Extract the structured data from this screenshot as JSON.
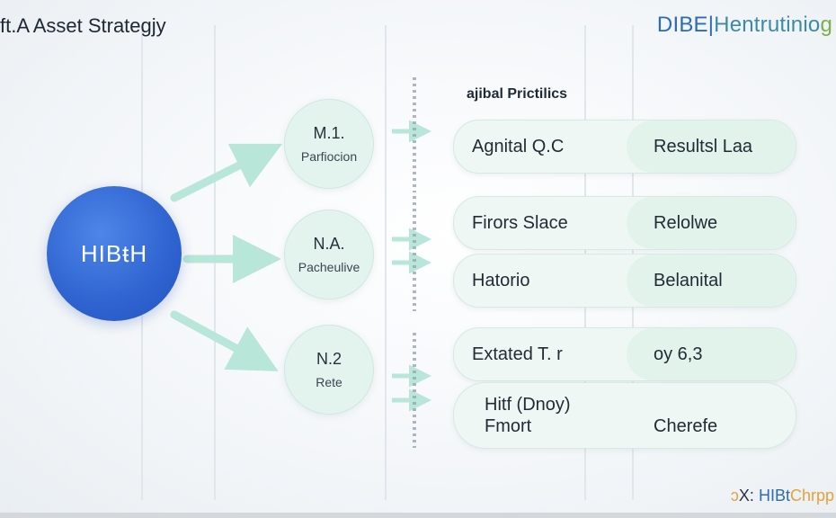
{
  "title": "ft.A Asset Strategjy",
  "brand": {
    "part1": "DIBE|",
    "part2": "Hentrutinio",
    "part3": "g"
  },
  "hub": {
    "label": "HIBŧH"
  },
  "nodes": [
    {
      "code": "M.1.",
      "label": "Parfiocion"
    },
    {
      "code": "N.A.",
      "label": "Pacheulive"
    },
    {
      "code": "N.2",
      "label": "Rete"
    }
  ],
  "section_label": "ajibal Prictilics",
  "rows": [
    {
      "left": "Agnital Q.C",
      "right": "Resultsl Laa"
    },
    {
      "left": "Firors Slace",
      "right": "Relolwe"
    },
    {
      "left": "Hatorio",
      "right": "Belanital"
    },
    {
      "left": "Extated T. r",
      "right": "oy 6,3"
    },
    {
      "left_line1": "Hitf (Dnoy)",
      "left_line2": "Fmort",
      "right": "Cherefe"
    }
  ],
  "footer": {
    "icon": "ↄ",
    "part1": "X:",
    "part2": "HIBt",
    "part3": "Chrpp"
  },
  "colors": {
    "hub": "#2f63d0",
    "node_fill": "#e3f4ef",
    "arrow": "#b8e6d8",
    "row_fill": "#eef7f3"
  }
}
